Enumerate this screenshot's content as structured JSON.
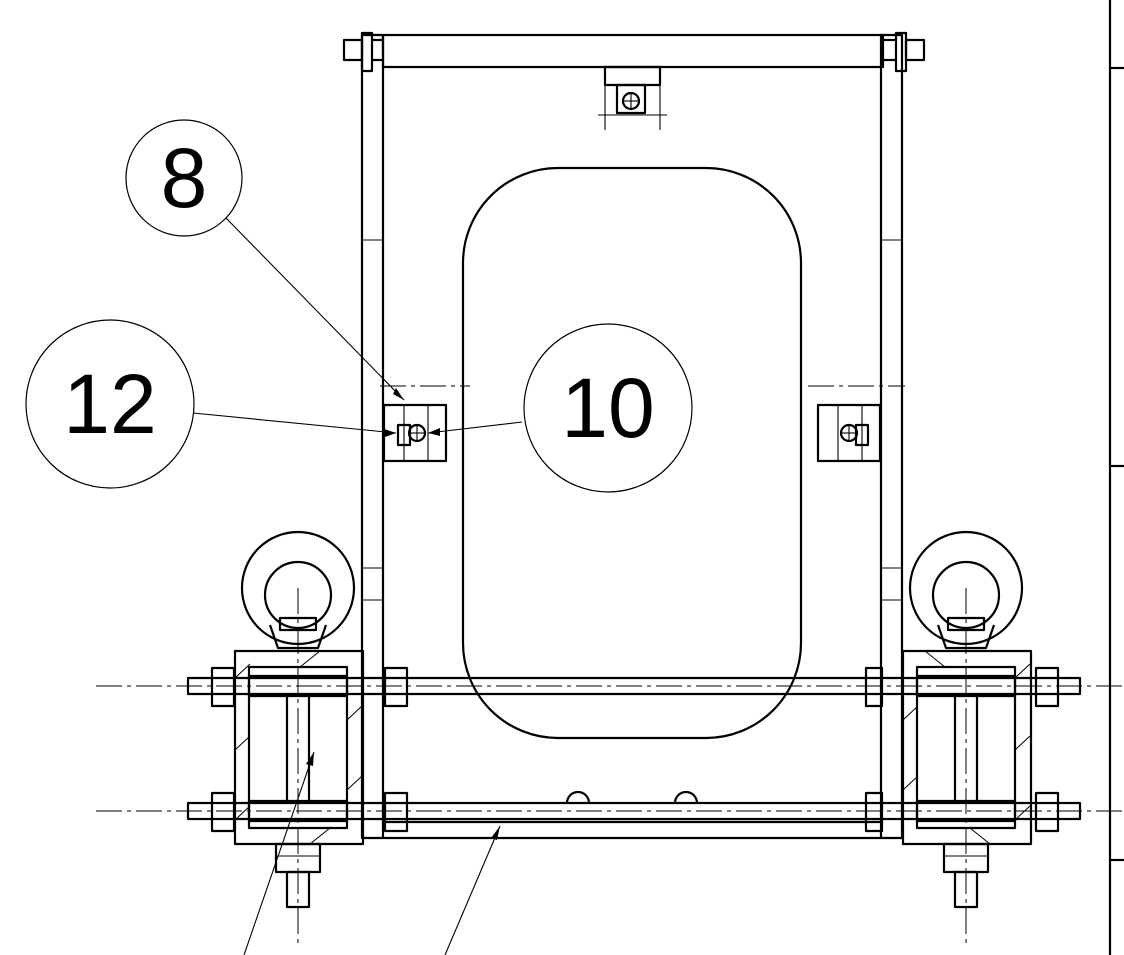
{
  "balloons": {
    "b8": "8",
    "b10": "10",
    "b12": "12"
  },
  "colors": {
    "line": "#000000",
    "background": "#ffffff"
  }
}
